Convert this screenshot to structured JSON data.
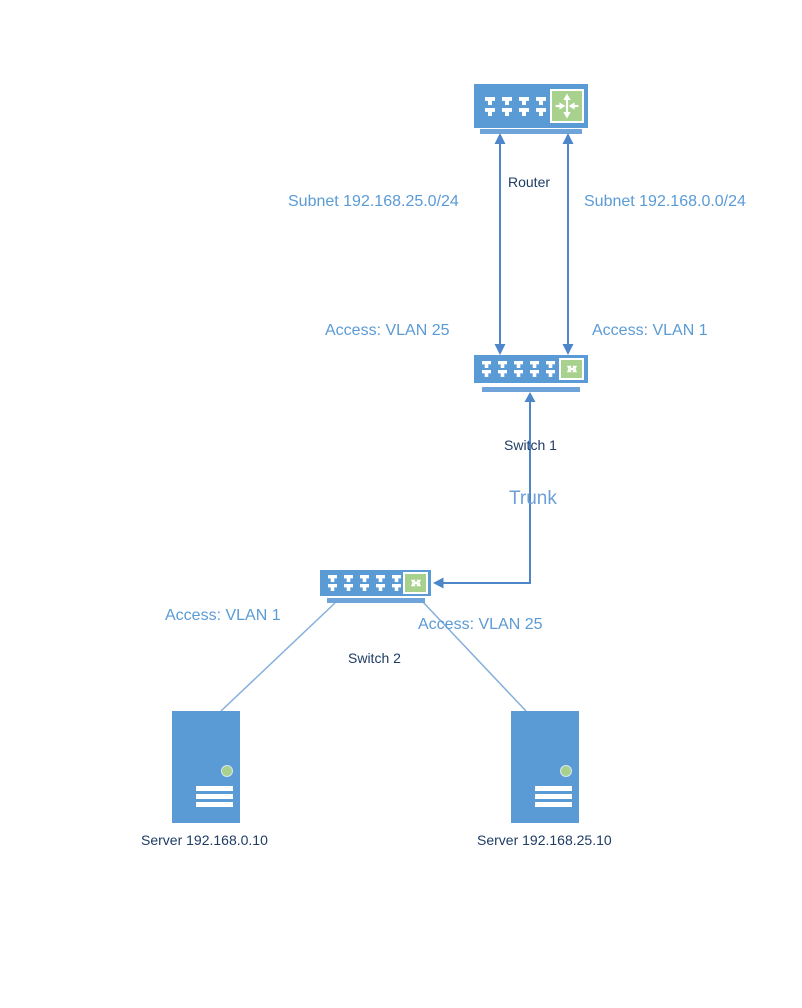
{
  "diagram": {
    "type": "network-topology",
    "background": "#FFFFFF"
  },
  "nodes": {
    "router": {
      "label": "Router",
      "kind": "router"
    },
    "switch1": {
      "label": "Switch 1",
      "kind": "switch"
    },
    "switch2": {
      "label": "Switch 2",
      "kind": "switch"
    },
    "server1": {
      "label": "Server 192.168.0.10",
      "kind": "server"
    },
    "server2": {
      "label": "Server 192.168.25.10",
      "kind": "server"
    }
  },
  "edges": [
    {
      "from": "switch1",
      "to": "router",
      "connector": "double-arrow",
      "labels": {
        "subnet": "Subnet 192.168.25.0/24",
        "access": "Access: VLAN 25"
      }
    },
    {
      "from": "switch1",
      "to": "router",
      "connector": "double-arrow",
      "labels": {
        "subnet": "Subnet 192.168.0.0/24",
        "access": "Access: VLAN 1"
      }
    },
    {
      "from": "switch2",
      "to": "switch1",
      "connector": "double-arrow",
      "labels": {
        "trunk": "Trunk"
      }
    },
    {
      "from": "switch2",
      "to": "server1",
      "connector": "line",
      "labels": {
        "access": "Access: VLAN 1"
      }
    },
    {
      "from": "switch2",
      "to": "server2",
      "connector": "line",
      "labels": {
        "access": "Access: VLAN 25"
      }
    }
  ],
  "colors": {
    "device_blue": "#5B9BD5",
    "icon_green": "#A9D18E",
    "connector_blue": "#4D87C9",
    "thin_line_blue": "#86AFDC",
    "label_blue": "#5B9BD5",
    "label_navy": "#1F3C64"
  }
}
